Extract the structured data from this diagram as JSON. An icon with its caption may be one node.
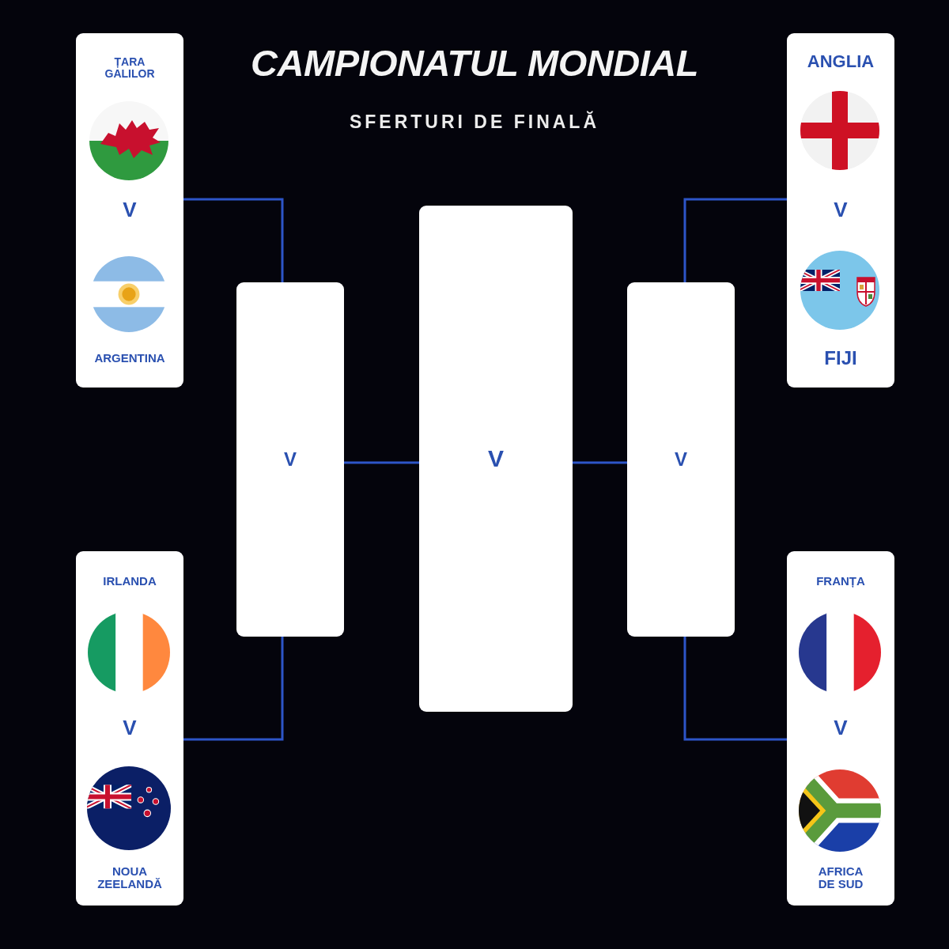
{
  "diagram": {
    "title": "CAMPIONATUL MONDIAL",
    "nodes": [
      {
        "text": [
          "ȚARA GALILOR",
          "V",
          "ARGENTINA"
        ]
      },
      {
        "text": [
          "ANGLIA",
          "V",
          "FIJI"
        ]
      },
      {
        "text": [
          "V"
        ]
      },
      {
        "text": [
          "V"
        ]
      },
      {
        "text": [
          "V"
        ]
      },
      {
        "text": [
          "IRLANDA",
          "V",
          "NOUA ZEELANDĂ"
        ]
      },
      {
        "text": [
          "FRANȚA",
          "V",
          "AFRICA DE SUD"
        ]
      }
    ],
    "edges": [
      {
        "from": 0,
        "to": 2,
        "arrow": "none"
      },
      {
        "from": 5,
        "to": 2,
        "arrow": "none"
      },
      {
        "from": 2,
        "to": 3,
        "arrow": "none"
      },
      {
        "from": 4,
        "to": 3,
        "arrow": "none"
      },
      {
        "from": 1,
        "to": 4,
        "arrow": "none"
      },
      {
        "from": 6,
        "to": 4,
        "arrow": "none"
      }
    ],
    "labels": [
      "SFERTURI DE FINALĂ"
    ]
  }
}
